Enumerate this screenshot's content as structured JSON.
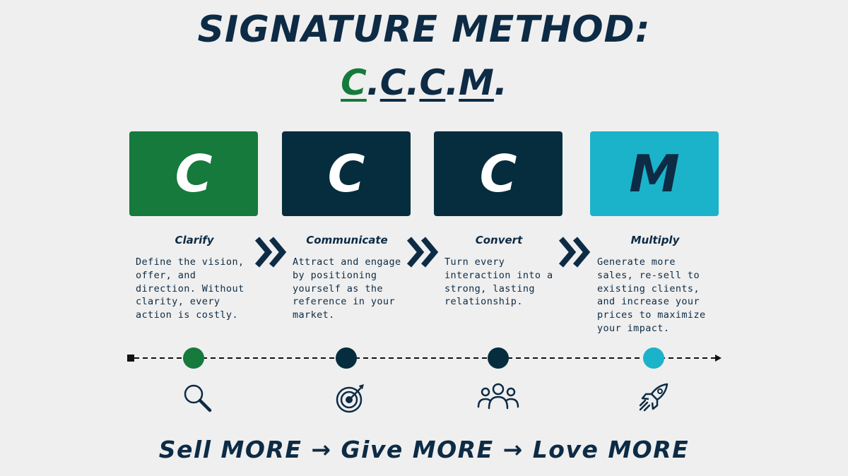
{
  "title": "SIGNATURE METHOD:",
  "acronym": {
    "letters": [
      "C",
      "C",
      "C",
      "M"
    ],
    "dot": "."
  },
  "colors": {
    "navy": "#0d2b45",
    "green": "#157a3b",
    "dark_teal": "#052d3d",
    "cyan": "#1bb3c9",
    "background": "#efefef"
  },
  "steps": [
    {
      "letter": "C",
      "name": "Clarify",
      "description": [
        "Define the vision,",
        "offer, and",
        "direction. Without",
        "clarity, every",
        "action is costly."
      ],
      "icon": "magnifier-icon"
    },
    {
      "letter": "C",
      "name": "Communicate",
      "description": [
        "Attract and engage",
        "by positioning",
        "yourself as the",
        "reference in your",
        "market."
      ],
      "icon": "target-icon"
    },
    {
      "letter": "C",
      "name": "Convert",
      "description": [
        "Turn every",
        "interaction into a",
        "strong, lasting",
        "relationship."
      ],
      "icon": "people-icon"
    },
    {
      "letter": "M",
      "name": "Multiply",
      "description": [
        "Generate more",
        "sales, re-sell to",
        "existing clients,",
        "and increase your",
        "prices to maximize",
        "your impact."
      ],
      "icon": "rocket-icon"
    }
  ],
  "slogan": "Sell MORE → Give MORE → Love MORE"
}
